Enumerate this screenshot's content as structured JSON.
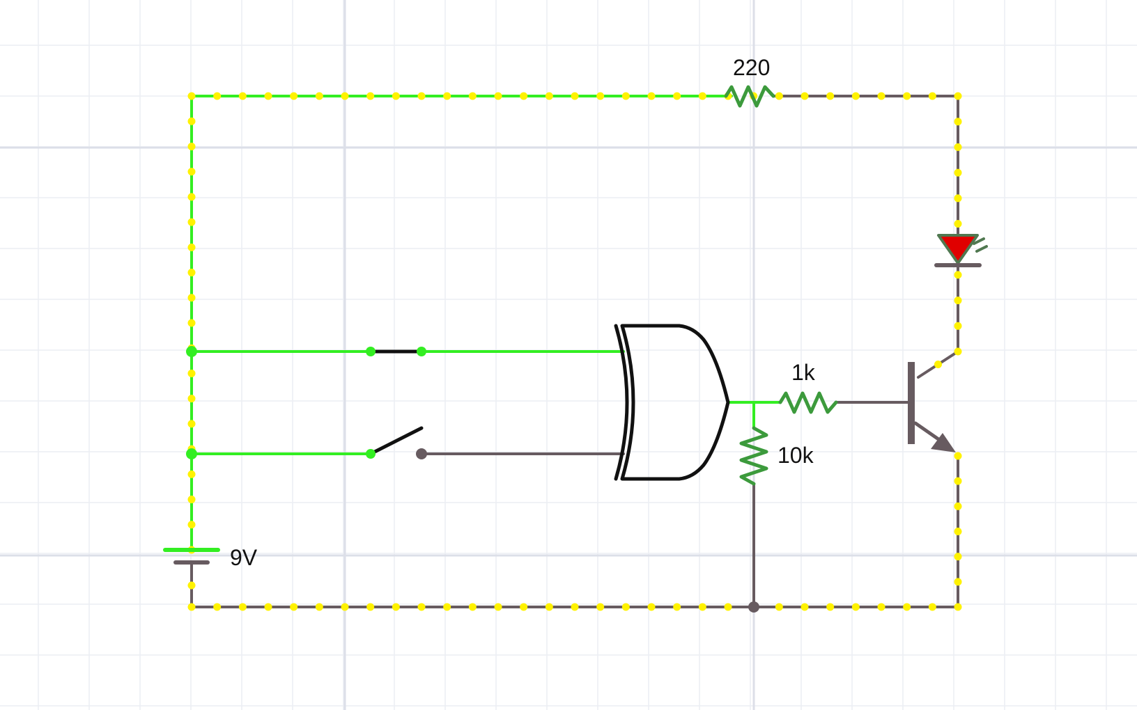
{
  "labels": {
    "r_top": "220",
    "r_base": "1k",
    "r_pulldown": "10k",
    "battery": "9V"
  },
  "colors": {
    "background": "#ffffff",
    "grid_minor": "#eceef3",
    "grid_major": "#dcdfe8",
    "wire_live": "#33ee22",
    "wire_dead": "#675b60",
    "resistor": "#3c9a3c",
    "current_dot": "#fff200",
    "gate": "#111111",
    "led_fill": "#e00000",
    "led_stroke": "#507850",
    "transistor": "#675b60"
  },
  "components": [
    {
      "type": "battery",
      "label_ref": "battery"
    },
    {
      "type": "switch",
      "state": "closed"
    },
    {
      "type": "switch",
      "state": "open"
    },
    {
      "type": "xor-gate"
    },
    {
      "type": "resistor",
      "label_ref": "r_top"
    },
    {
      "type": "resistor",
      "label_ref": "r_base"
    },
    {
      "type": "resistor",
      "label_ref": "r_pulldown"
    },
    {
      "type": "led"
    },
    {
      "type": "npn-transistor"
    }
  ]
}
